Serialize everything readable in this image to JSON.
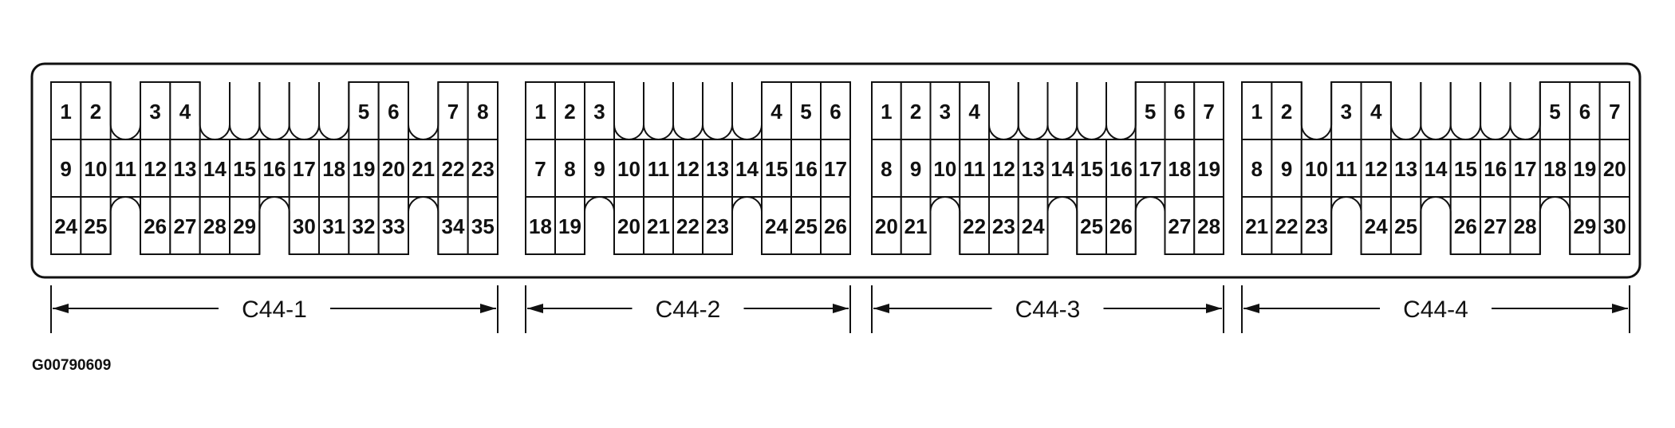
{
  "figure_code": "G00790609",
  "connectors": [
    {
      "label": "C44-1",
      "rows": [
        [
          "1",
          "2",
          "",
          "3",
          "4",
          "",
          "",
          "",
          "",
          "",
          "5",
          "6",
          "",
          "7",
          "8"
        ],
        [
          "9",
          "10",
          "11",
          "12",
          "13",
          "14",
          "15",
          "16",
          "17",
          "18",
          "19",
          "20",
          "21",
          "22",
          "23"
        ],
        [
          "24",
          "25",
          "",
          "26",
          "27",
          "28",
          "29",
          "",
          "30",
          "31",
          "32",
          "33",
          "",
          "34",
          "35"
        ]
      ]
    },
    {
      "label": "C44-2",
      "rows": [
        [
          "1",
          "2",
          "3",
          "",
          "",
          "",
          "",
          "",
          "4",
          "5",
          "6"
        ],
        [
          "7",
          "8",
          "9",
          "10",
          "11",
          "12",
          "13",
          "14",
          "15",
          "16",
          "17"
        ],
        [
          "18",
          "19",
          "",
          "20",
          "21",
          "22",
          "23",
          "",
          "24",
          "25",
          "26"
        ]
      ]
    },
    {
      "label": "C44-3",
      "rows": [
        [
          "1",
          "2",
          "3",
          "4",
          "",
          "",
          "",
          "",
          "",
          "5",
          "6",
          "7"
        ],
        [
          "8",
          "9",
          "10",
          "11",
          "12",
          "13",
          "14",
          "15",
          "16",
          "17",
          "18",
          "19"
        ],
        [
          "20",
          "21",
          "",
          "22",
          "23",
          "24",
          "",
          "25",
          "26",
          "",
          "27",
          "28"
        ]
      ]
    },
    {
      "label": "C44-4",
      "rows": [
        [
          "1",
          "2",
          "",
          "3",
          "4",
          "",
          "",
          "",
          "",
          "",
          "5",
          "6",
          "7"
        ],
        [
          "8",
          "9",
          "10",
          "11",
          "12",
          "13",
          "14",
          "15",
          "16",
          "17",
          "18",
          "19",
          "20"
        ],
        [
          "21",
          "22",
          "23",
          "",
          "24",
          "25",
          "",
          "26",
          "27",
          "28",
          "",
          "29",
          "30"
        ]
      ]
    }
  ]
}
